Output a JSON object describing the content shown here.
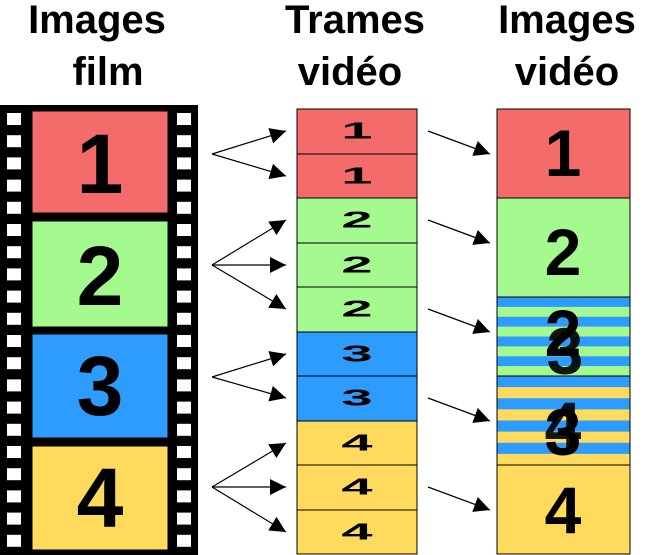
{
  "headers": {
    "film": [
      "Images",
      "film"
    ],
    "trames": [
      "Trames",
      "vidéo"
    ],
    "video": [
      "Images",
      "vidéo"
    ]
  },
  "colors": {
    "1": "#f36b6b",
    "2": "#a5fa8f",
    "3": "#2e9bff",
    "4": "#ffda5c"
  },
  "film_frames": [
    "1",
    "2",
    "3",
    "4"
  ],
  "fields": [
    "1",
    "1",
    "2",
    "2",
    "2",
    "3",
    "3",
    "4",
    "4",
    "4"
  ],
  "video_frames": [
    {
      "label": "1",
      "mix": [
        "1"
      ]
    },
    {
      "label": "2",
      "mix": [
        "2"
      ]
    },
    {
      "label": "2",
      "label_behind": "3",
      "mix": [
        "3",
        "2"
      ]
    },
    {
      "label": "3",
      "label_behind": "4",
      "mix": [
        "3",
        "4"
      ]
    },
    {
      "label": "4",
      "mix": [
        "4"
      ]
    }
  ]
}
